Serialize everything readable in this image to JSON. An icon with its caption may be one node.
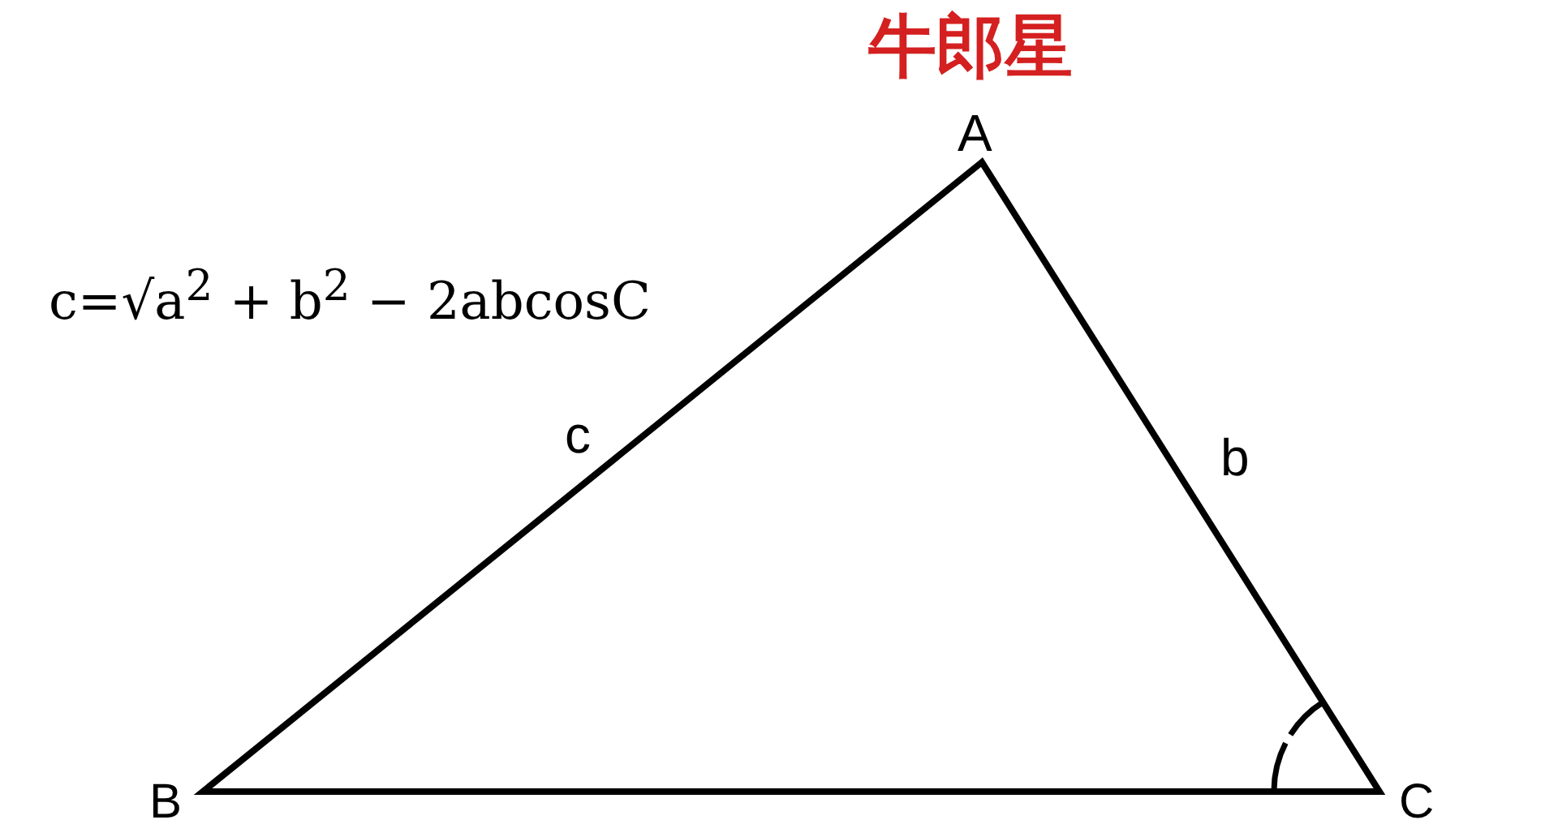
{
  "diagram": {
    "labels": [
      "牛郎星",
      "A",
      "c=√a$^{2}$ + b$^{2}$ − 2abcosC",
      "c",
      "b",
      "B",
      "C"
    ]
  }
}
